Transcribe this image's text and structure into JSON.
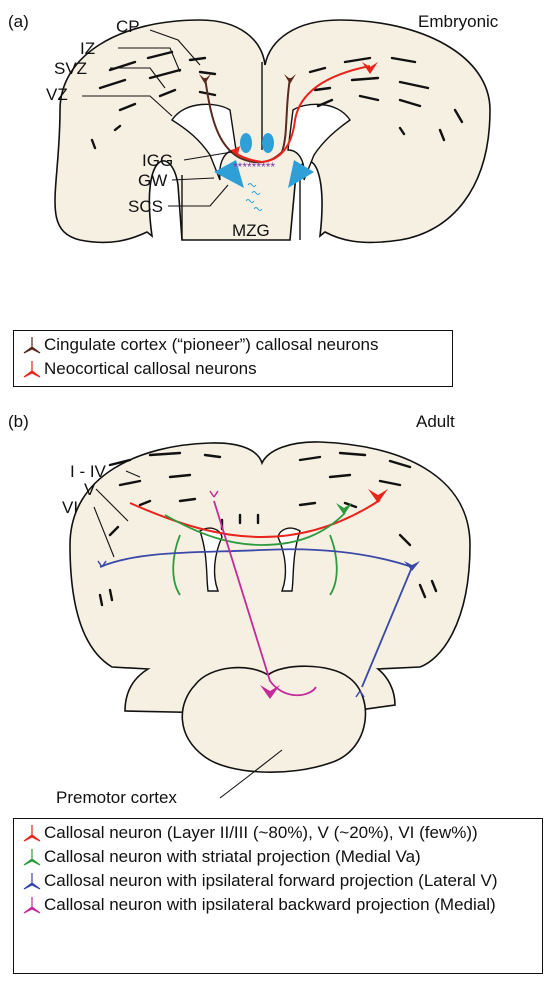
{
  "panel_a": {
    "label": "(a)",
    "stage": "Embryonic",
    "labels": {
      "cp": "CP",
      "iz": "IZ",
      "svz": "SVZ",
      "vz": "VZ",
      "igg": "IGG",
      "gw": "GW",
      "scs": "SCS",
      "mzg": "MZG"
    },
    "legend": [
      {
        "text": "Cingulate cortex (“pioneer”) callosal neurons",
        "color": "#5a2a1e",
        "icon": "neuron-icon"
      },
      {
        "text": "Neocortical callosal neurons",
        "color": "#e8241c",
        "icon": "neuron-icon"
      }
    ]
  },
  "panel_b": {
    "label": "(b)",
    "stage": "Adult",
    "labels": {
      "layers_1_4": "I - IV",
      "layer_5": "V",
      "layer_6": "VI",
      "premotor": "Premotor cortex"
    },
    "legend": [
      {
        "text": "Callosal neuron (Layer II/III (~80%), V (~20%), VI (few%))",
        "color": "#e8241c",
        "icon": "neuron-icon"
      },
      {
        "text": "Callosal neuron with striatal projection (Medial Va)",
        "color": "#2e9a3e",
        "icon": "neuron-icon"
      },
      {
        "text": "Callosal neuron with ipsilateral forward projection (Lateral V)",
        "color": "#3a48a8",
        "icon": "neuron-icon"
      },
      {
        "text": "Callosal neuron with ipsilateral backward projection (Medial)",
        "color": "#c42a9a",
        "icon": "neuron-icon"
      }
    ]
  },
  "colors": {
    "brain_fill": "#f6f0e3",
    "glia_blue": "#2f9fd8",
    "scs_purple": "#7a3aa8"
  }
}
